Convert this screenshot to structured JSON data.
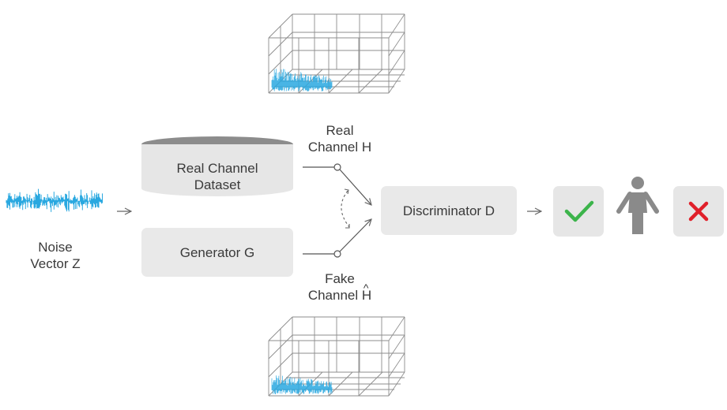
{
  "noise": {
    "line1": "Noise",
    "line2": "Vector Z",
    "color": "#29a8e0"
  },
  "real_dataset": {
    "line1": "Real Channel",
    "line2": "Dataset"
  },
  "generator": {
    "label": "Generator G"
  },
  "discriminator": {
    "label": "Discriminator D"
  },
  "real_channel": {
    "line1": "Real",
    "line2": "Channel H"
  },
  "fake_channel": {
    "line1": "Fake",
    "line2": "Channel",
    "symbol": "H",
    "symbol_accent": "^"
  },
  "decision": {
    "accept_icon": "check-icon",
    "accept_color": "#3cb44b",
    "person_icon": "person-icon",
    "person_color": "#8a8a8a",
    "reject_icon": "cross-icon",
    "reject_color": "#e0202a"
  },
  "plot_color": "#29a8e0"
}
